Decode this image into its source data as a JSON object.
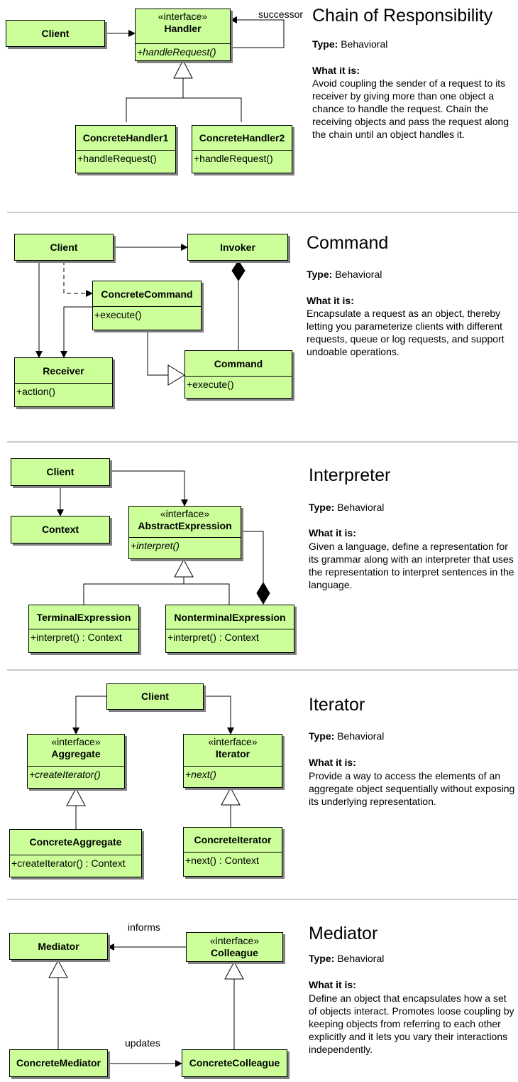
{
  "sections": [
    {
      "title": "Chain of Responsibility",
      "type_label": "Type:",
      "type_value": "Behavioral",
      "what_label": "What it is:",
      "description": "Avoid coupling the sender of a request to its receiver by giving more than one object a chance to handle the request. Chain the receiving objects and pass the request along the chain until an object handles it.",
      "classes": {
        "client": {
          "name": "Client"
        },
        "handler": {
          "stereotype": "«interface»",
          "name": "Handler",
          "operation": "+handleRequest()"
        },
        "concrete1": {
          "name": "ConcreteHandler1",
          "operation": "+handleRequest()"
        },
        "concrete2": {
          "name": "ConcreteHandler2",
          "operation": "+handleRequest()"
        }
      },
      "labels": {
        "successor": "successor"
      }
    },
    {
      "title": "Command",
      "type_label": "Type:",
      "type_value": "Behavioral",
      "what_label": "What it is:",
      "description": "Encapsulate a request as an object, thereby letting you parameterize clients with different requests, queue or log requests, and support undoable operations.",
      "classes": {
        "client": {
          "name": "Client"
        },
        "invoker": {
          "name": "Invoker"
        },
        "concrete": {
          "name": "ConcreteCommand",
          "operation": "+execute()"
        },
        "receiver": {
          "name": "Receiver",
          "operation": "+action()"
        },
        "command": {
          "name": "Command",
          "operation": "+execute()"
        }
      }
    },
    {
      "title": "Interpreter",
      "type_label": "Type:",
      "type_value": "Behavioral",
      "what_label": "What it is:",
      "description": "Given a language, define a representation for its grammar along with an interpreter that uses the representation to interpret sentences in the language.",
      "classes": {
        "client": {
          "name": "Client"
        },
        "context": {
          "name": "Context"
        },
        "abstract": {
          "stereotype": "«interface»",
          "name": "AbstractExpression",
          "operation": "+interpret()"
        },
        "terminal": {
          "name": "TerminalExpression",
          "operation": "+interpret() : Context"
        },
        "nonterminal": {
          "name": "NonterminalExpression",
          "operation": "+interpret() : Context"
        }
      }
    },
    {
      "title": "Iterator",
      "type_label": "Type:",
      "type_value": "Behavioral",
      "what_label": "What it is:",
      "description": "Provide a way to access the elements of an aggregate object sequentially without exposing its underlying representation.",
      "classes": {
        "client": {
          "name": "Client"
        },
        "aggregate": {
          "stereotype": "«interface»",
          "name": "Aggregate",
          "operation": "+createIterator()"
        },
        "iterator": {
          "stereotype": "«interface»",
          "name": "Iterator",
          "operation": "+next()"
        },
        "concreteAggregate": {
          "name": "ConcreteAggregate",
          "operation": "+createIterator() : Context"
        },
        "concreteIterator": {
          "name": "ConcreteIterator",
          "operation": "+next() : Context"
        }
      }
    },
    {
      "title": "Mediator",
      "type_label": "Type:",
      "type_value": "Behavioral",
      "what_label": "What it is:",
      "description": "Define an object that encapsulates how a set of objects interact. Promotes loose coupling by keeping objects from referring to each other explicitly and it lets you vary their interactions independently.",
      "classes": {
        "mediator": {
          "name": "Mediator"
        },
        "colleague": {
          "stereotype": "«interface»",
          "name": "Colleague"
        },
        "concreteMediator": {
          "name": "ConcreteMediator"
        },
        "concreteColleague": {
          "name": "ConcreteColleague"
        }
      },
      "labels": {
        "informs": "informs",
        "updates": "updates"
      }
    }
  ],
  "colors": {
    "class_fill": "#ccff99",
    "shadow": "#808080",
    "separator": "#999999"
  }
}
